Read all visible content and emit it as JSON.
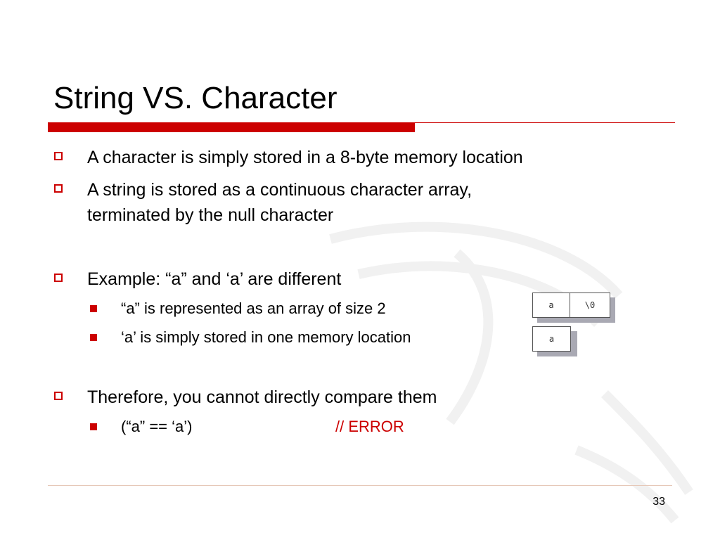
{
  "slide": {
    "title": "String VS. Character",
    "page_number": "33"
  },
  "colors": {
    "accent": "#cc0000",
    "text": "#000000"
  },
  "bullets": [
    {
      "text": "A character is simply stored in a 8-byte memory location"
    },
    {
      "line1": "A string is stored as a continuous character array,",
      "line2": "terminated by the null character"
    },
    {
      "text": "Example: “a” and ‘a’ are different"
    },
    {
      "text": "Therefore, you cannot directly compare them"
    }
  ],
  "sub_bullets": [
    {
      "text": "“a” is represented as an array of size 2"
    },
    {
      "text": "‘a’ is simply stored in one memory location"
    },
    {
      "text": "(“a” == ‘a’)",
      "comment": "// ERROR"
    }
  ],
  "memory_diagram": {
    "string_cells": [
      "a",
      "\\0"
    ],
    "char_cells": [
      "a"
    ]
  }
}
